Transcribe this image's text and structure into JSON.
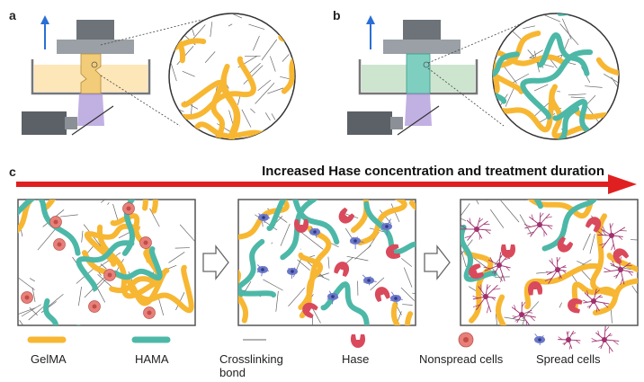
{
  "panels": {
    "a": "a",
    "b": "b",
    "c": "c"
  },
  "banner": {
    "text": "Increased Hase concentration and treatment duration",
    "color": "#e02020"
  },
  "colors": {
    "gelma": "#f7b733",
    "hama": "#4db8a7",
    "hase": "#d94a5c",
    "nonspread_cell": "#e8807a",
    "spread_cell_stage2": "#6a77c9",
    "spread_cell_stage3": "#a0306e",
    "crosslink": "#666666",
    "arrow_up": "#2a6fd6"
  },
  "legend": [
    {
      "key": "gelma",
      "label": "GelMA"
    },
    {
      "key": "hama",
      "label": "HAMA"
    },
    {
      "key": "crosslink",
      "label": "Crosslinking",
      "label2": "bond"
    },
    {
      "key": "hase",
      "label": "Hase"
    },
    {
      "key": "nonspread",
      "label": "Nonspread cells"
    },
    {
      "key": "spread",
      "label": "Spread cells"
    }
  ]
}
